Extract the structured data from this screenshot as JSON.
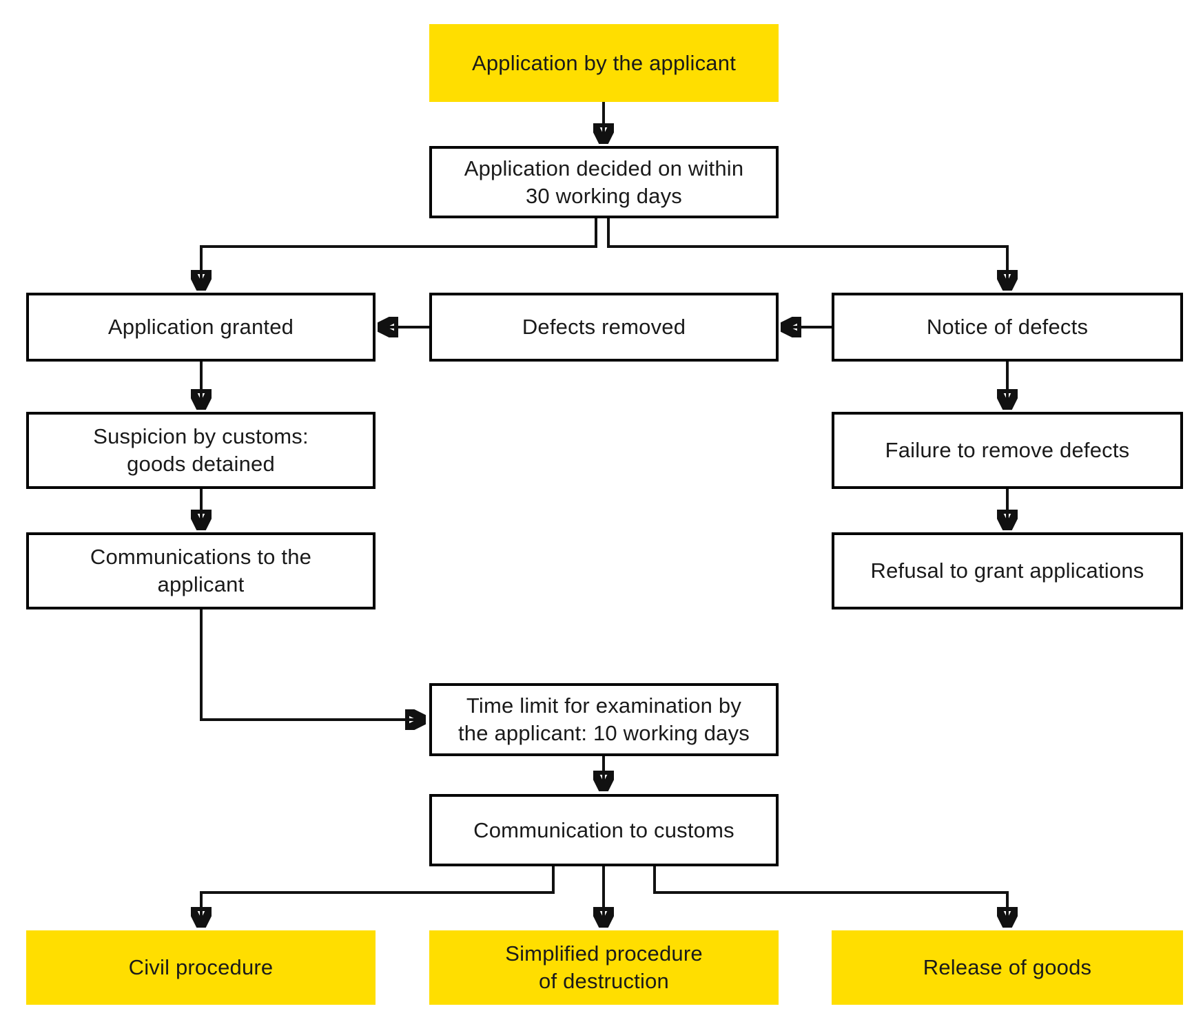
{
  "diagram": {
    "type": "flowchart",
    "colors": {
      "highlight": "#FFDE00",
      "box_border": "#000000",
      "connector": "#111111",
      "text": "#1a1a1a",
      "background": "#ffffff"
    },
    "nodes": {
      "application": {
        "label": "Application by the applicant",
        "style": "highlight"
      },
      "decided": {
        "label": "Application decided on within\n30 working days",
        "style": "plain"
      },
      "granted": {
        "label": "Application granted",
        "style": "plain"
      },
      "defects_removed": {
        "label": "Defects removed",
        "style": "plain"
      },
      "notice_of_defects": {
        "label": "Notice of defects",
        "style": "plain"
      },
      "suspicion": {
        "label": "Suspicion by customs:\ngoods detained",
        "style": "plain"
      },
      "failure": {
        "label": "Failure to remove defects",
        "style": "plain"
      },
      "communications_applicant": {
        "label": "Communications to the\napplicant",
        "style": "plain"
      },
      "refusal": {
        "label": "Refusal to grant applications",
        "style": "plain"
      },
      "time_limit": {
        "label": "Time limit for examination by\nthe applicant: 10 working days",
        "style": "plain"
      },
      "communication_customs": {
        "label": "Communication to customs",
        "style": "plain"
      },
      "civil_procedure": {
        "label": "Civil procedure",
        "style": "highlight"
      },
      "simplified_destruction": {
        "label": "Simplified procedure\nof destruction",
        "style": "highlight"
      },
      "release_of_goods": {
        "label": "Release of goods",
        "style": "highlight"
      }
    },
    "edges": [
      "application -> decided",
      "decided -> granted",
      "decided -> notice_of_defects",
      "notice_of_defects -> defects_removed",
      "defects_removed -> granted",
      "granted -> suspicion",
      "notice_of_defects -> failure",
      "suspicion -> communications_applicant",
      "failure -> refusal",
      "communications_applicant -> time_limit",
      "time_limit -> communication_customs",
      "communication_customs -> civil_procedure",
      "communication_customs -> simplified_destruction",
      "communication_customs -> release_of_goods"
    ]
  }
}
